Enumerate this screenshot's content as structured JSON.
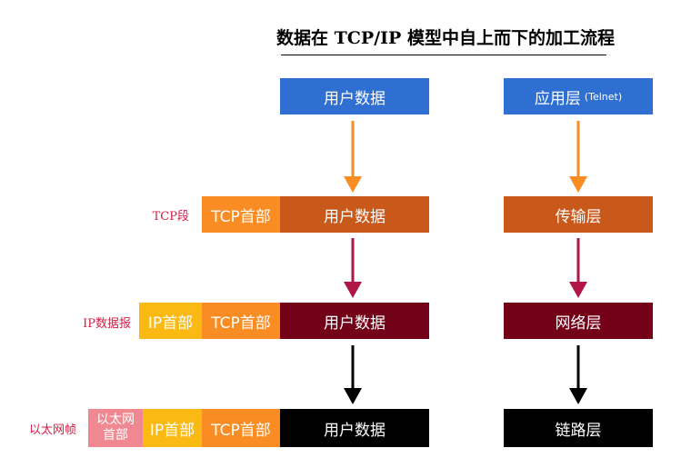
{
  "title": "数据在 TCP/IP 模型中自上而下的加工流程",
  "colors": {
    "app_blue": "#2f6fd1",
    "tcp_brown": "#c9581b",
    "tcp_header_orange": "#f98c22",
    "ip_maroon": "#730218",
    "ip_header_yellow": "#fbb914",
    "eth_black": "#000000",
    "eth_header_pink": "#f08892",
    "arrow_orange": "#f98c22",
    "arrow_red": "#b01646",
    "arrow_black": "#000000",
    "label_red": "#d81b44"
  },
  "rows": {
    "app": {
      "data": "用户数据",
      "layer": "应用层",
      "layer_note": "(Telnet)"
    },
    "tcp": {
      "side_label": "TCP段",
      "tcp_header": "TCP首部",
      "data": "用户数据",
      "layer": "传输层"
    },
    "ip": {
      "side_label": "IP数据报",
      "ip_header": "IP首部",
      "tcp_header": "TCP首部",
      "data": "用户数据",
      "layer": "网络层"
    },
    "eth": {
      "side_label": "以太网帧",
      "eth_header_line1": "以太网",
      "eth_header_line2": "首部",
      "ip_header": "IP首部",
      "tcp_header": "TCP首部",
      "data": "用户数据",
      "layer": "链路层"
    }
  }
}
